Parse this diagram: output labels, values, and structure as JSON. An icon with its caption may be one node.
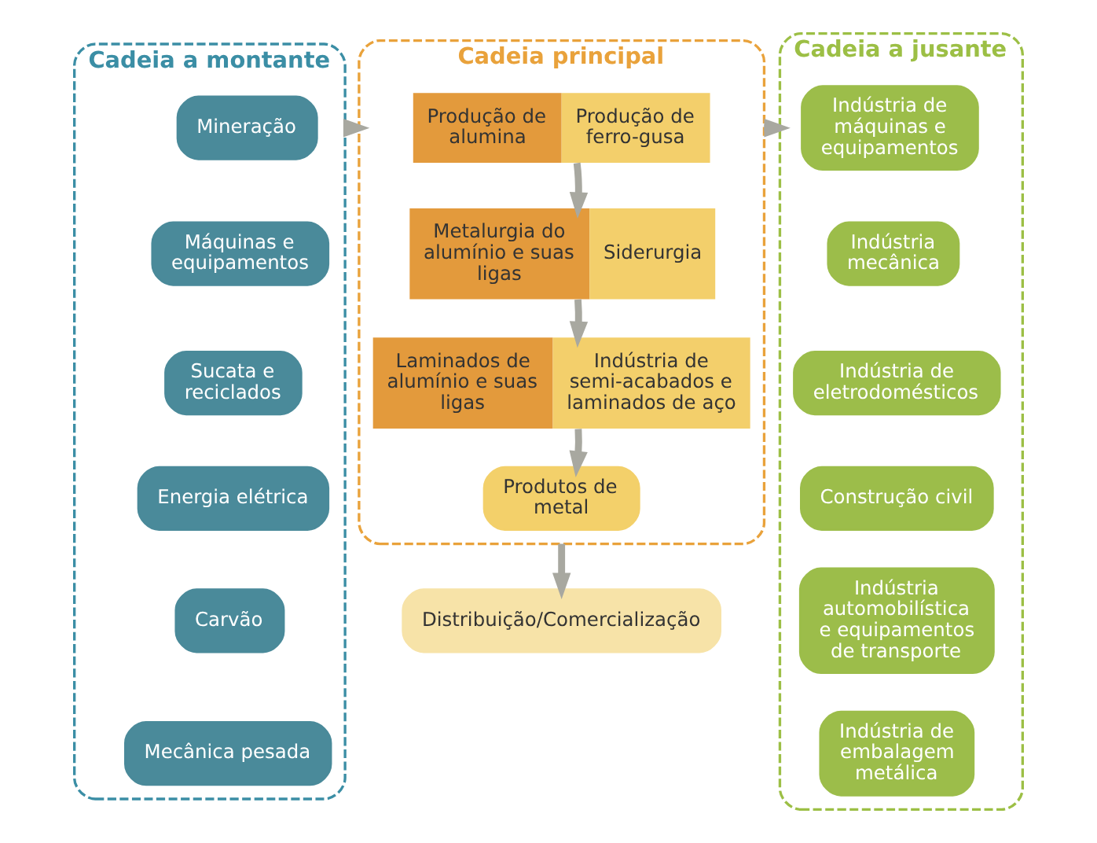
{
  "diagram": {
    "nodes": [
      {
        "text": [
          "Cadeia a montante"
        ]
      },
      {
        "text": [
          "Mineração"
        ],
        "in": 0
      },
      {
        "text": [
          "Máquinas e equipamentos"
        ],
        "in": 0
      },
      {
        "text": [
          "Sucata e reciclados"
        ],
        "in": 0
      },
      {
        "text": [
          "Energia elétrica"
        ],
        "in": 0
      },
      {
        "text": [
          "Carvão"
        ],
        "in": 0
      },
      {
        "text": [
          "Mecânica pesada"
        ],
        "in": 0
      },
      {
        "text": [
          "Cadeia principal"
        ]
      },
      {
        "text": [
          "Produção de alumina",
          "Produção de ferro-gusa"
        ],
        "in": 7
      },
      {
        "text": [
          "Metalurgia do alumínio e suas ligas",
          "Siderurgia"
        ],
        "in": 7
      },
      {
        "text": [
          "Laminados de alumínio e suas ligas",
          "Indústria de semi-acabados e laminados de aço"
        ],
        "in": 7
      },
      {
        "text": [
          "Produtos de metal"
        ],
        "in": 7
      },
      {
        "text": [
          "Distribuição/Comercialização"
        ]
      },
      {
        "text": [
          "Cadeia a jusante"
        ]
      },
      {
        "text": [
          "Indústria de máquinas e equipamentos"
        ],
        "in": 13
      },
      {
        "text": [
          "Indústria mecânica"
        ],
        "in": 13
      },
      {
        "text": [
          "Indústria de eletrodomésticos"
        ],
        "in": 13
      },
      {
        "text": [
          "Construção civil"
        ],
        "in": 13
      },
      {
        "text": [
          "Indústria automobilística e equipamentos de transporte"
        ],
        "in": 13
      },
      {
        "text": [
          "Indústria de embalagem metálica"
        ],
        "in": 13
      }
    ],
    "edges": [
      {
        "from": 0,
        "to": 7,
        "arrow": "to"
      },
      {
        "from": 8,
        "to": 9,
        "arrow": "to"
      },
      {
        "from": 9,
        "to": 10,
        "arrow": "to"
      },
      {
        "from": 10,
        "to": 11,
        "arrow": "to"
      },
      {
        "from": 7,
        "to": 12,
        "arrow": "to"
      },
      {
        "from": 7,
        "to": 13,
        "arrow": "to"
      }
    ]
  }
}
